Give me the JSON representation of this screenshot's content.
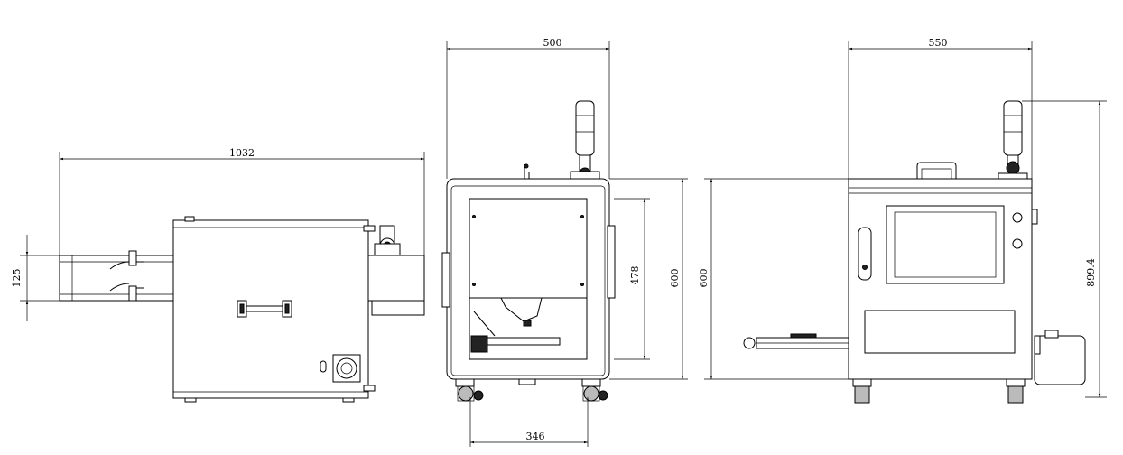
{
  "dimensions": {
    "side_length": "1032",
    "side_height": "125",
    "front_width": "500",
    "front_inner_height": "478",
    "front_height": "600",
    "front_wheelbase": "346",
    "rear_height": "600",
    "rear_width": "550",
    "rear_total_height": "899.4"
  }
}
